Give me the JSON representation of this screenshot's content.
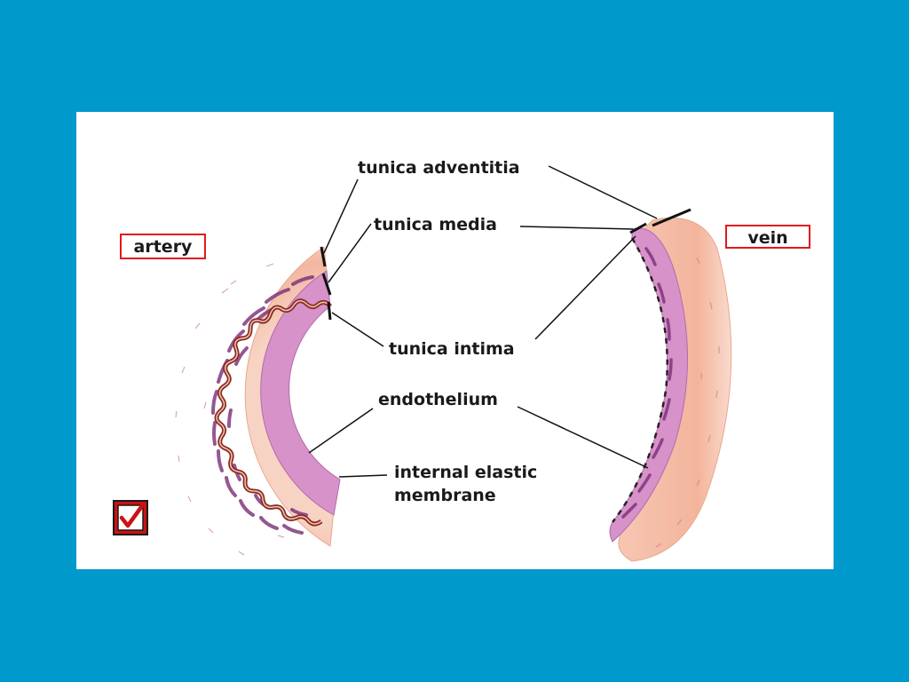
{
  "labels": {
    "tunica_adventitia": "tunica adventitia",
    "tunica_media": "tunica media",
    "tunica_intima": "tunica intima",
    "endothelium": "endothelium",
    "internal_elastic_line1": "internal elastic",
    "internal_elastic_line2": "membrane",
    "artery": "artery",
    "vein": "vein"
  },
  "colors": {
    "background": "#0099CC",
    "panel": "#FFFFFF",
    "box_border": "#E01A1A",
    "adventitia": "#F6C4B0",
    "media": "#D98CC8",
    "media_dark": "#7A2E78",
    "intima_line": "#B83A2A"
  },
  "icons": {
    "checkbox": "checkmark-checkbox-icon"
  }
}
